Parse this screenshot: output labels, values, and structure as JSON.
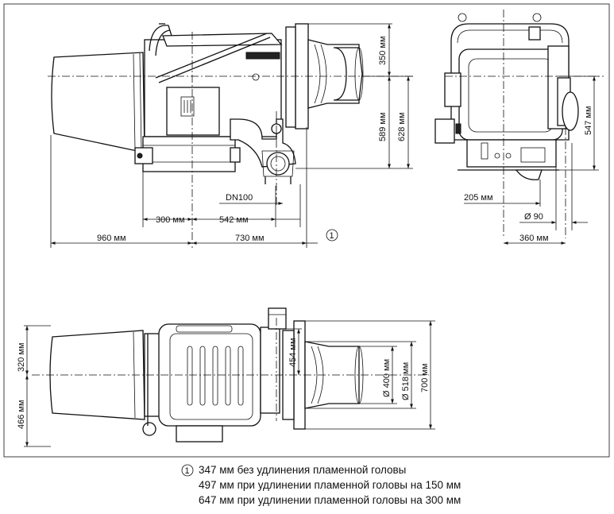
{
  "dimensions": {
    "d960": "960 мм",
    "d730": "730 мм",
    "d300": "300 мм",
    "d542": "542 мм",
    "dn100": "DN100",
    "d350": "350 мм",
    "d589": "589 мм",
    "d628": "628 мм",
    "d205": "205 мм",
    "phi90": "Ø 90",
    "d360": "360 мм",
    "d547": "547 мм",
    "d320": "320 мм",
    "d466": "466 мм",
    "d454": "454 мм",
    "phi400": "Ø 400 мм",
    "phi518": "Ø 518 мм",
    "d700": "700 мм",
    "ref1": "1"
  },
  "footnote": {
    "marker": "1",
    "line1": "347 мм без удлинения пламенной головы",
    "line2": "497 мм при удлинении пламенной головы на 150 мм",
    "line3": "647 мм при удлинении пламенной головы на 300 мм"
  }
}
